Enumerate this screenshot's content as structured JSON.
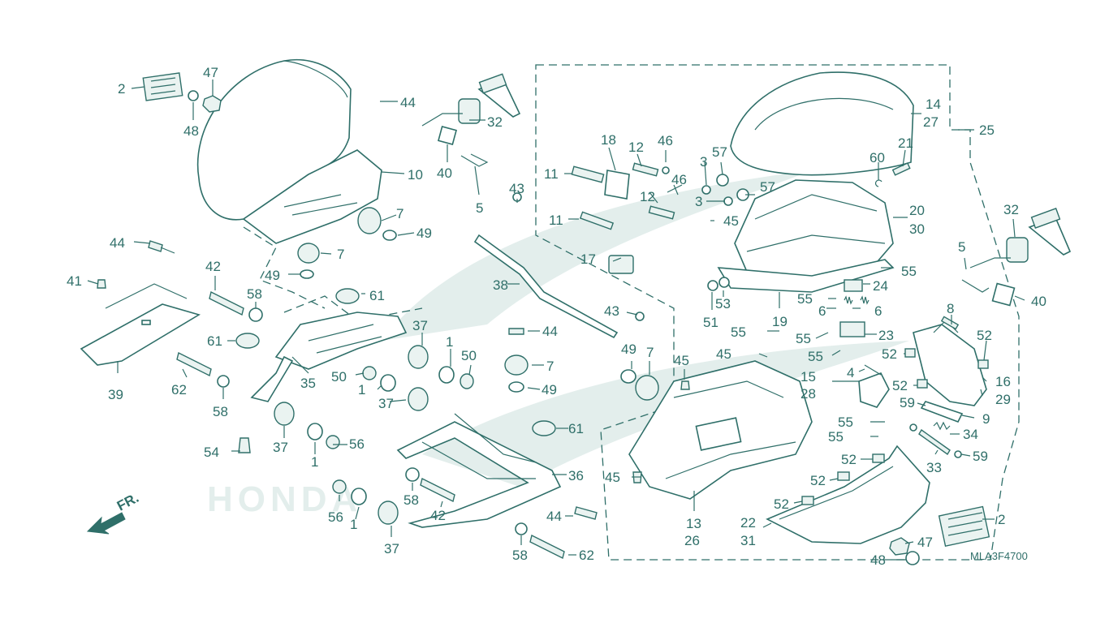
{
  "diagram_code": "MLA3F4700",
  "front_marker": "FR.",
  "watermark": "HONDA",
  "colors": {
    "line": "#2f6f69",
    "watermark": "#e3eeec",
    "background": "#ffffff"
  },
  "callouts": [
    {
      "id": "c2a",
      "text": "2"
    },
    {
      "id": "c47a",
      "text": "47"
    },
    {
      "id": "c48a",
      "text": "48"
    },
    {
      "id": "c44a",
      "text": "44"
    },
    {
      "id": "c32a",
      "text": "32"
    },
    {
      "id": "c40a",
      "text": "40"
    },
    {
      "id": "c5a",
      "text": "5"
    },
    {
      "id": "c10",
      "text": "10"
    },
    {
      "id": "c7a",
      "text": "7"
    },
    {
      "id": "c49a",
      "text": "49"
    },
    {
      "id": "c44b",
      "text": "44"
    },
    {
      "id": "c7b",
      "text": "7"
    },
    {
      "id": "c49b",
      "text": "49"
    },
    {
      "id": "c41",
      "text": "41"
    },
    {
      "id": "c42a",
      "text": "42"
    },
    {
      "id": "c58a",
      "text": "58"
    },
    {
      "id": "c61a",
      "text": "61"
    },
    {
      "id": "c61b",
      "text": "61"
    },
    {
      "id": "c39",
      "text": "39"
    },
    {
      "id": "c62a",
      "text": "62"
    },
    {
      "id": "c58b",
      "text": "58"
    },
    {
      "id": "c35",
      "text": "35"
    },
    {
      "id": "c37a",
      "text": "37"
    },
    {
      "id": "c1a",
      "text": "1"
    },
    {
      "id": "c50a",
      "text": "50"
    },
    {
      "id": "c50b",
      "text": "50"
    },
    {
      "id": "c1b",
      "text": "1"
    },
    {
      "id": "c37b",
      "text": "37"
    },
    {
      "id": "c54",
      "text": "54"
    },
    {
      "id": "c37c",
      "text": "37"
    },
    {
      "id": "c1c",
      "text": "1"
    },
    {
      "id": "c56a",
      "text": "56"
    },
    {
      "id": "c56b",
      "text": "56"
    },
    {
      "id": "c1d",
      "text": "1"
    },
    {
      "id": "c37d",
      "text": "37"
    },
    {
      "id": "c58c",
      "text": "58"
    },
    {
      "id": "c42b",
      "text": "42"
    },
    {
      "id": "c43a",
      "text": "43"
    },
    {
      "id": "c38",
      "text": "38"
    },
    {
      "id": "c43b",
      "text": "43"
    },
    {
      "id": "c44c",
      "text": "44"
    },
    {
      "id": "c7c",
      "text": "7"
    },
    {
      "id": "c49c",
      "text": "49"
    },
    {
      "id": "c61c",
      "text": "61"
    },
    {
      "id": "c36",
      "text": "36"
    },
    {
      "id": "c44d",
      "text": "44"
    },
    {
      "id": "c58d",
      "text": "58"
    },
    {
      "id": "c62b",
      "text": "62"
    },
    {
      "id": "c49d",
      "text": "49"
    },
    {
      "id": "c7d",
      "text": "7"
    },
    {
      "id": "c45a",
      "text": "45"
    },
    {
      "id": "c45b",
      "text": "45"
    },
    {
      "id": "c13",
      "text": "13"
    },
    {
      "id": "c26",
      "text": "26"
    },
    {
      "id": "c18",
      "text": "18"
    },
    {
      "id": "c12a",
      "text": "12"
    },
    {
      "id": "c46a",
      "text": "46"
    },
    {
      "id": "c11a",
      "text": "11"
    },
    {
      "id": "c12b",
      "text": "12"
    },
    {
      "id": "c46b",
      "text": "46"
    },
    {
      "id": "c11b",
      "text": "11"
    },
    {
      "id": "c17",
      "text": "17"
    },
    {
      "id": "c3a",
      "text": "3"
    },
    {
      "id": "c57a",
      "text": "57"
    },
    {
      "id": "c3b",
      "text": "3"
    },
    {
      "id": "c57b",
      "text": "57"
    },
    {
      "id": "c45c",
      "text": "45"
    },
    {
      "id": "c14",
      "text": "14"
    },
    {
      "id": "c27",
      "text": "27"
    },
    {
      "id": "c25",
      "text": "25"
    },
    {
      "id": "c21",
      "text": "21"
    },
    {
      "id": "c60",
      "text": "60"
    },
    {
      "id": "c20",
      "text": "20"
    },
    {
      "id": "c30",
      "text": "30"
    },
    {
      "id": "c55a",
      "text": "55"
    },
    {
      "id": "c24",
      "text": "24"
    },
    {
      "id": "c51",
      "text": "51"
    },
    {
      "id": "c53",
      "text": "53"
    },
    {
      "id": "c19",
      "text": "19"
    },
    {
      "id": "c55b",
      "text": "55"
    },
    {
      "id": "c6a",
      "text": "6"
    },
    {
      "id": "c6b",
      "text": "6"
    },
    {
      "id": "c55c",
      "text": "55"
    },
    {
      "id": "c23",
      "text": "23"
    },
    {
      "id": "c55d",
      "text": "55"
    },
    {
      "id": "c55e",
      "text": "55"
    },
    {
      "id": "c45d",
      "text": "45"
    },
    {
      "id": "c15",
      "text": "15"
    },
    {
      "id": "c28",
      "text": "28"
    },
    {
      "id": "c4",
      "text": "4"
    },
    {
      "id": "c32b",
      "text": "32"
    },
    {
      "id": "c5b",
      "text": "5"
    },
    {
      "id": "c40b",
      "text": "40"
    },
    {
      "id": "c8",
      "text": "8"
    },
    {
      "id": "c52a",
      "text": "52"
    },
    {
      "id": "c52b",
      "text": "52"
    },
    {
      "id": "c52c",
      "text": "52"
    },
    {
      "id": "c16",
      "text": "16"
    },
    {
      "id": "c29",
      "text": "29"
    },
    {
      "id": "c59a",
      "text": "59"
    },
    {
      "id": "c9",
      "text": "9"
    },
    {
      "id": "c55f",
      "text": "55"
    },
    {
      "id": "c55g",
      "text": "55"
    },
    {
      "id": "c34",
      "text": "34"
    },
    {
      "id": "c33",
      "text": "33"
    },
    {
      "id": "c59b",
      "text": "59"
    },
    {
      "id": "c52d",
      "text": "52"
    },
    {
      "id": "c52e",
      "text": "52"
    },
    {
      "id": "c52f",
      "text": "52"
    },
    {
      "id": "c22",
      "text": "22"
    },
    {
      "id": "c31",
      "text": "31"
    },
    {
      "id": "c2b",
      "text": "2"
    },
    {
      "id": "c47b",
      "text": "47"
    },
    {
      "id": "c48b",
      "text": "48"
    }
  ]
}
